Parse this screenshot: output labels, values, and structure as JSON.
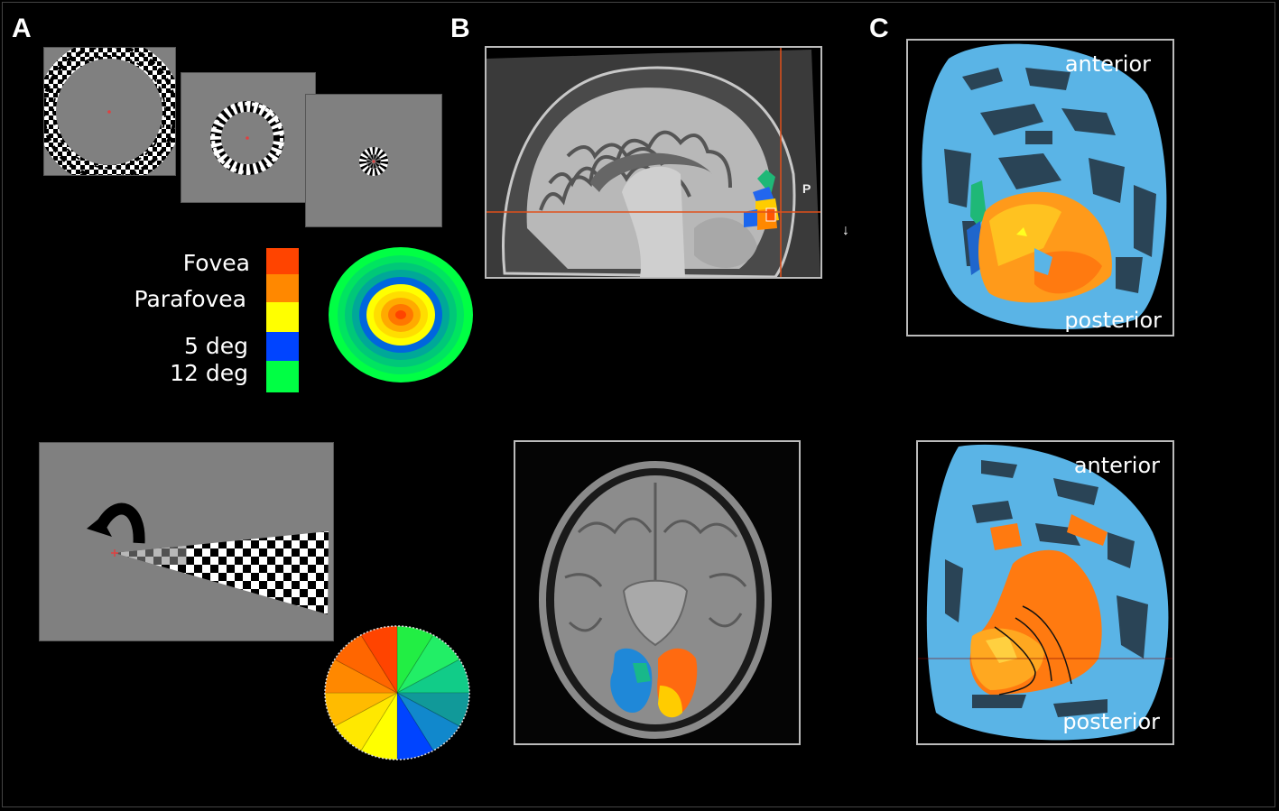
{
  "figure": {
    "panels": [
      {
        "id": "A",
        "label": "A"
      },
      {
        "id": "B",
        "label": "B"
      },
      {
        "id": "C",
        "label": "C"
      }
    ]
  },
  "panelA": {
    "eccentricity_legend": {
      "labels": [
        "Fovea",
        "Parafovea",
        "5 deg",
        "12 deg"
      ],
      "colors": [
        "#ff4400",
        "#ff8800",
        "#ffff00",
        "#0044ff",
        "#00ff44"
      ]
    },
    "eccentricity_rings": [
      "#00ff44",
      "#00e05a",
      "#00c878",
      "#00b090",
      "#0090b0",
      "#0044ff",
      "#ffff00",
      "#ffd000",
      "#ffa000",
      "#ff7000",
      "#ff4400"
    ],
    "polar_wedge_colors": [
      "#22ee44",
      "#22ee66",
      "#11cc88",
      "#119999",
      "#1188cc",
      "#0044ff",
      "#ffff00",
      "#ffdd00",
      "#ffbb00",
      "#ff8800",
      "#ff6600",
      "#ff4400"
    ],
    "stimuli": [
      "ring-large",
      "ring-medium",
      "ring-small",
      "rotating-wedge"
    ]
  },
  "panelB": {
    "sagittal_marker": "P",
    "arrow": "↓"
  },
  "panelC": {
    "top": {
      "anterior": "anterior",
      "posterior": "posterior"
    },
    "bottom": {
      "anterior": "anterior",
      "posterior": "posterior"
    }
  },
  "colors": {
    "background": "#000000",
    "stimulus_gray": "#808080",
    "cortex_light": "#5ab4e6",
    "cortex_dark": "#2a4456",
    "crosshair": "#e0501a"
  }
}
